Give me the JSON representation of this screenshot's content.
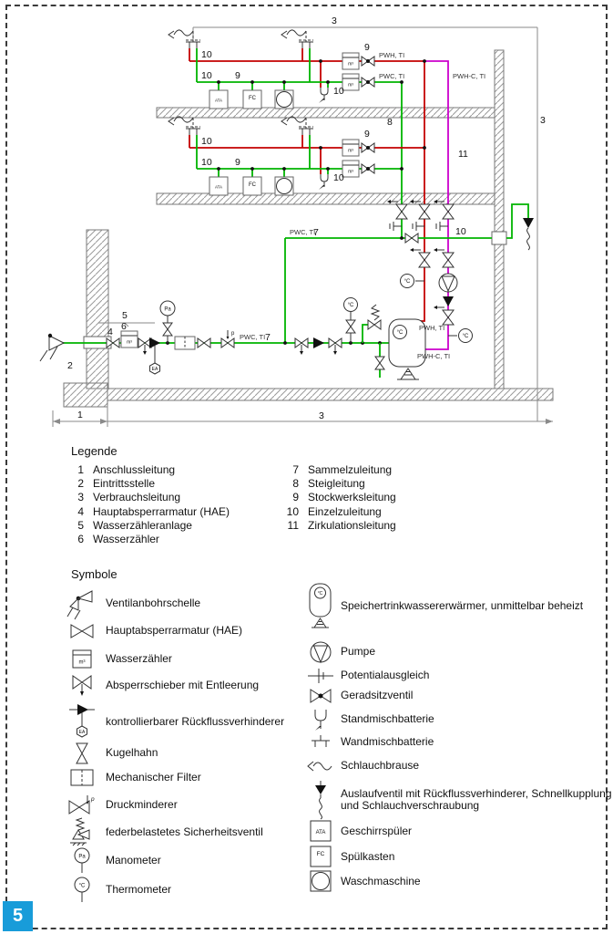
{
  "page": {
    "number": "5"
  },
  "colors": {
    "pwc_green": "#00b400",
    "pwh_red": "#c40000",
    "circulation_magenta": "#cc00cc",
    "page_number_blue": "#189cd9"
  },
  "glyphs": {
    "m3": "m³",
    "fc": "FC",
    "degc": "°C",
    "pa": "Pa",
    "ea": "EA",
    "ata": "ATA",
    "p": "p"
  },
  "diagram": {
    "labels": {
      "dim_top": "3",
      "dim_right": "3",
      "dim_bottom_left": "1",
      "dim_bottom_right": "3",
      "riser": "8",
      "circulation": "11",
      "floor_red_individual": "10",
      "floor_green_individual": "10",
      "floor_green_line": "9",
      "floor_mixer_individual": "10",
      "floor_meter": "9",
      "pwh_ti": "PWH, TI",
      "pwc_ti": "PWC, TI",
      "pwhc_ti": "PWH-C, TI",
      "collect_pwc": "PWC, TI",
      "collect_num": "7",
      "outdoor_num": "10",
      "entry_point": "2",
      "hae_num": "4",
      "meter_assembly_num": "5",
      "meter_num": "6",
      "entry_pwc": "PWC, TI",
      "entry_num": "7",
      "heater_pwh": "PWH, TI",
      "heater_pwhc": "PWH-C, TI"
    }
  },
  "legende": {
    "title": "Legende",
    "items": [
      {
        "num": "1",
        "label": "Anschlussleitung"
      },
      {
        "num": "2",
        "label": "Eintrittsstelle"
      },
      {
        "num": "3",
        "label": "Verbrauchsleitung"
      },
      {
        "num": "4",
        "label": "Hauptabsperrarmatur (HAE)"
      },
      {
        "num": "5",
        "label": "Wasserzähleranlage"
      },
      {
        "num": "6",
        "label": "Wasserzähler"
      },
      {
        "num": "7",
        "label": "Sammelzuleitung"
      },
      {
        "num": "8",
        "label": "Steigleitung"
      },
      {
        "num": "9",
        "label": "Stockwerksleitung"
      },
      {
        "num": "10",
        "label": "Einzelzuleitung"
      },
      {
        "num": "11",
        "label": "Zirkulationsleitung"
      }
    ]
  },
  "symbole": {
    "title": "Symbole",
    "left": [
      {
        "label": "Ventilanbohrschelle"
      },
      {
        "label": "Hauptabsperrarmatur (HAE)"
      },
      {
        "label": "Wasserzähler"
      },
      {
        "label": "Absperrschieber mit Entleerung"
      },
      {
        "label": "kontrollierbarer Rückflussverhinderer"
      },
      {
        "label": "Kugelhahn"
      },
      {
        "label": "Mechanischer Filter"
      },
      {
        "label": "Druckminderer"
      },
      {
        "label": "federbelastetes Sicherheitsventil"
      },
      {
        "label": "Manometer"
      },
      {
        "label": "Thermometer"
      }
    ],
    "right": [
      {
        "label": "Speichertrinkwassererwärmer, unmittelbar beheizt"
      },
      {
        "label": "Pumpe"
      },
      {
        "label": "Potentialausgleich"
      },
      {
        "label": "Geradsitzventil"
      },
      {
        "label": "Standmischbatterie"
      },
      {
        "label": "Wandmischbatterie"
      },
      {
        "label": "Schlauchbrause"
      },
      {
        "label": "Auslaufventil mit Rückflussverhinderer, Schnellkupplung und Schlauchverschraubung"
      },
      {
        "label": "Geschirrspüler"
      },
      {
        "label": "Spülkasten"
      },
      {
        "label": "Waschmaschine"
      }
    ]
  }
}
